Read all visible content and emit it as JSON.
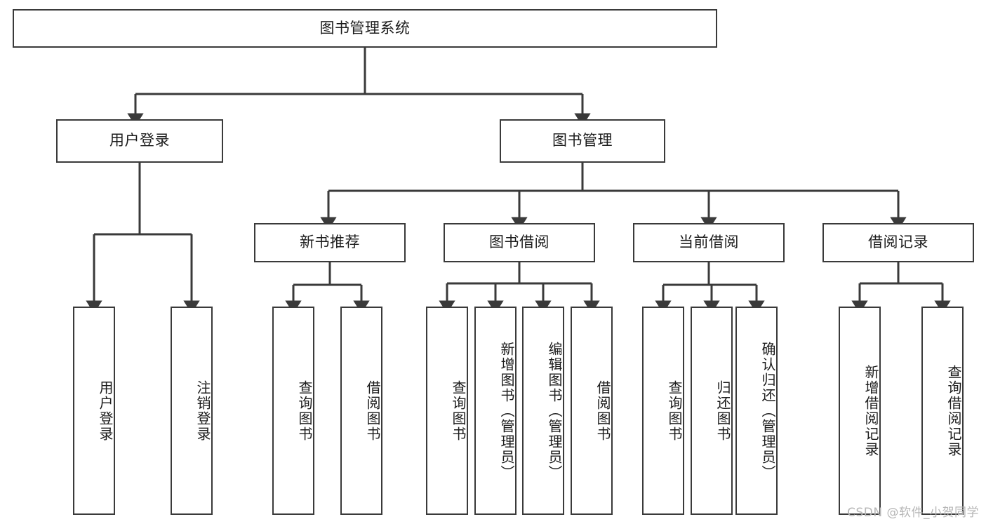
{
  "diagram": {
    "type": "tree",
    "title": "图书管理系统",
    "orientation": "top-down",
    "colors": {
      "box_border": "#3a3a3a",
      "box_fill": "#ffffff",
      "connector": "#3a3a3a",
      "text": "#1c1c1c",
      "watermark": "#b6b6b6",
      "background": "#ffffff"
    },
    "levels": [
      {
        "level": 1,
        "nodes": [
          {
            "id": "root",
            "label": "图书管理系统",
            "orientation": "horizontal"
          }
        ]
      },
      {
        "level": 2,
        "nodes": [
          {
            "id": "login",
            "label": "用户登录",
            "orientation": "horizontal",
            "parent": "root"
          },
          {
            "id": "bookmgmt",
            "label": "图书管理",
            "orientation": "horizontal",
            "parent": "root"
          }
        ]
      },
      {
        "level": 3,
        "nodes": [
          {
            "id": "newbook",
            "label": "新书推荐",
            "orientation": "horizontal",
            "parent": "bookmgmt"
          },
          {
            "id": "borrow",
            "label": "图书借阅",
            "orientation": "horizontal",
            "parent": "bookmgmt"
          },
          {
            "id": "current",
            "label": "当前借阅",
            "orientation": "horizontal",
            "parent": "bookmgmt"
          },
          {
            "id": "records",
            "label": "借阅记录",
            "orientation": "horizontal",
            "parent": "bookmgmt"
          }
        ]
      },
      {
        "level": 4,
        "nodes": [
          {
            "id": "leaf-user-login",
            "label": "用户登录",
            "orientation": "vertical",
            "parent": "login"
          },
          {
            "id": "leaf-user-logout",
            "label": "注销登录",
            "orientation": "vertical",
            "parent": "login"
          },
          {
            "id": "leaf-new-query",
            "label": "查询图书",
            "orientation": "vertical",
            "parent": "newbook"
          },
          {
            "id": "leaf-new-borrow",
            "label": "借阅图书",
            "orientation": "vertical",
            "parent": "newbook"
          },
          {
            "id": "leaf-borrow-query",
            "label": "查询图书",
            "orientation": "vertical",
            "parent": "borrow"
          },
          {
            "id": "leaf-borrow-add",
            "label": "新增图书（管理员）",
            "orientation": "vertical",
            "parent": "borrow"
          },
          {
            "id": "leaf-borrow-edit",
            "label": "编辑图书（管理员）",
            "orientation": "vertical",
            "parent": "borrow"
          },
          {
            "id": "leaf-borrow-lend",
            "label": "借阅图书",
            "orientation": "vertical",
            "parent": "borrow"
          },
          {
            "id": "leaf-current-query",
            "label": "查询图书",
            "orientation": "vertical",
            "parent": "current"
          },
          {
            "id": "leaf-current-return",
            "label": "归还图书",
            "orientation": "vertical",
            "parent": "current"
          },
          {
            "id": "leaf-current-confirm",
            "label": "确认归还（管理员）",
            "orientation": "vertical",
            "parent": "current"
          },
          {
            "id": "leaf-records-add",
            "label": "新增借阅记录",
            "orientation": "vertical",
            "parent": "records"
          },
          {
            "id": "leaf-records-query",
            "label": "查询借阅记录",
            "orientation": "vertical",
            "parent": "records"
          }
        ]
      }
    ]
  },
  "watermark": {
    "text": "CSDN @软件_小贺同学"
  }
}
